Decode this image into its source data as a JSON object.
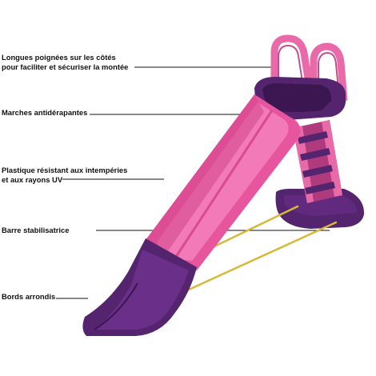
{
  "annotations": {
    "handles": {
      "line1": "Longues poignées sur les côtés",
      "line2": "pour faciliter et sécuriser la montée"
    },
    "steps": {
      "line1": "Marches antidérapantes"
    },
    "plastic": {
      "line1": "Plastique résistant aux intempéries",
      "line2": "et aux rayons UV"
    },
    "bar": {
      "line1": "Barre stabilisatrice"
    },
    "edges": {
      "line1": "Bords arrondis"
    }
  },
  "colors": {
    "slide_pink": "#e8559f",
    "slide_pink_light": "#f27ab8",
    "purple": "#55246f",
    "purple_dark": "#3b1650",
    "handle_pink": "#e86aa8",
    "stabilizer_bar": "#d7b93a",
    "leader_line": "#111111"
  }
}
